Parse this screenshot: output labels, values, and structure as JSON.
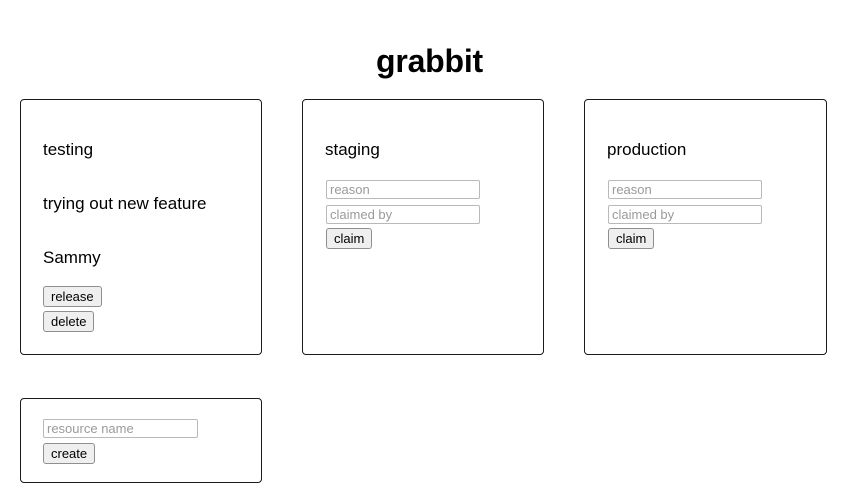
{
  "app": {
    "title": "grabbit"
  },
  "cards": {
    "claimed_resource": {
      "name": "testing",
      "reason": "trying out new feature",
      "claimed_by": "Sammy",
      "release_label": "release",
      "delete_label": "delete"
    },
    "staging": {
      "name": "staging",
      "reason_placeholder": "reason",
      "claimed_by_placeholder": "claimed by",
      "reason_value": "",
      "claimed_by_value": "",
      "claim_label": "claim"
    },
    "production": {
      "name": "production",
      "reason_placeholder": "reason",
      "claimed_by_placeholder": "claimed by",
      "reason_value": "",
      "claimed_by_value": "",
      "claim_label": "claim"
    },
    "create": {
      "resource_name_placeholder": "resource name",
      "resource_name_value": "",
      "create_label": "create"
    }
  },
  "colors": {
    "page_background": "#ffffff",
    "card_border": "#1b1b1b",
    "input_border": "#b9b9b9",
    "placeholder_text": "#9a9a9a",
    "button_background": "#efefef",
    "button_border": "#8f8f8f",
    "text": "#000000"
  }
}
